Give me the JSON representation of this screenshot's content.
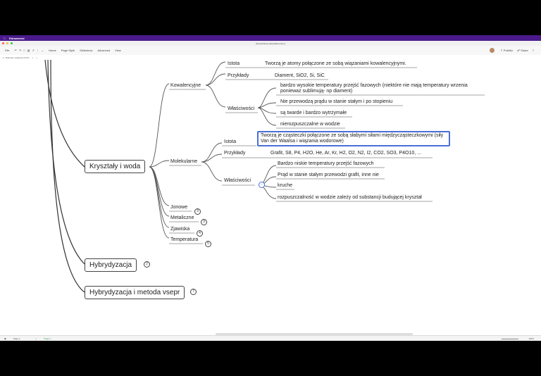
{
  "menubar": {
    "app_name": "Edrawmind"
  },
  "window": {
    "title": "WonderShare EdrawMind (Pro)"
  },
  "toolbar": {
    "file": "File",
    "tabs": [
      {
        "label": "Home"
      },
      {
        "label": "Page Style"
      },
      {
        "label": "Slideshow"
      },
      {
        "label": "Advanced"
      },
      {
        "label": "View"
      }
    ],
    "publish": "Publish",
    "share": "Share"
  },
  "tabbar": {
    "doc_tab": "Budowa i wiązania AUTO"
  },
  "mindmap": {
    "root1": "Kryształy i woda",
    "root2": "Hybrydyzacja",
    "root2_badge": "2",
    "root3": "Hybrydyzacja i metoda vsepr",
    "root3_badge": "7",
    "kowalencyjne": {
      "label": "Kowalencyjne",
      "istota": "Istota",
      "istota_text": "Tworzą je atomy połączone ze sobą wiązaniami kowalencyjnymi.",
      "przyklady": "Przykłady",
      "przyklady_text": "Diament, SiO2, Si, SiC",
      "wlasciwosci": "Właściwości",
      "props": [
        "bardzo wysokie temperatury przejść fazowych (niektóre nie mają temperatury wrzenia ponieważ sublimują- np diament)",
        "Nie przewodzą prądu w stanie stałym i po stopieniu",
        "są twarde i bardzo wytrzymałe",
        "nierozpuszczalne w wodzie"
      ]
    },
    "molekularne": {
      "label": "Molekularne",
      "istota": "Istota",
      "istota_text": "Tworzą je cząsteczki połączone ze sobą słabymi siłami międzycząsteczkowymi (siły Van der Waalsa i wiązania wodorowe)",
      "przyklady": "Przykłady",
      "przyklady_text": "Grafit, S8, P4, H2O, He, Ar, Kr, H2, O2, N2, I2, CO2, SO3, P4O10, ...",
      "wlasciwosci": "Właściwości",
      "props": [
        "Bardzo niskie temperatury przejść fazowych",
        "Prąd w stanie stałym przewodzi grafit, inne nie",
        "kruche",
        "rozpuszczalność w wodzie zależy od substancji budującej kryształ"
      ]
    },
    "jonowe": {
      "label": "Jonowe",
      "badge": "3"
    },
    "metaliczne": {
      "label": "Metaliczne",
      "badge": "3"
    },
    "zjawiska": {
      "label": "Zjawiska",
      "badge": "4"
    },
    "temperatura": {
      "label": "Temperatura",
      "badge": "5"
    }
  },
  "statusbar": {
    "page": "Page-1",
    "page_active": "Page-1",
    "zoom": "100%"
  }
}
